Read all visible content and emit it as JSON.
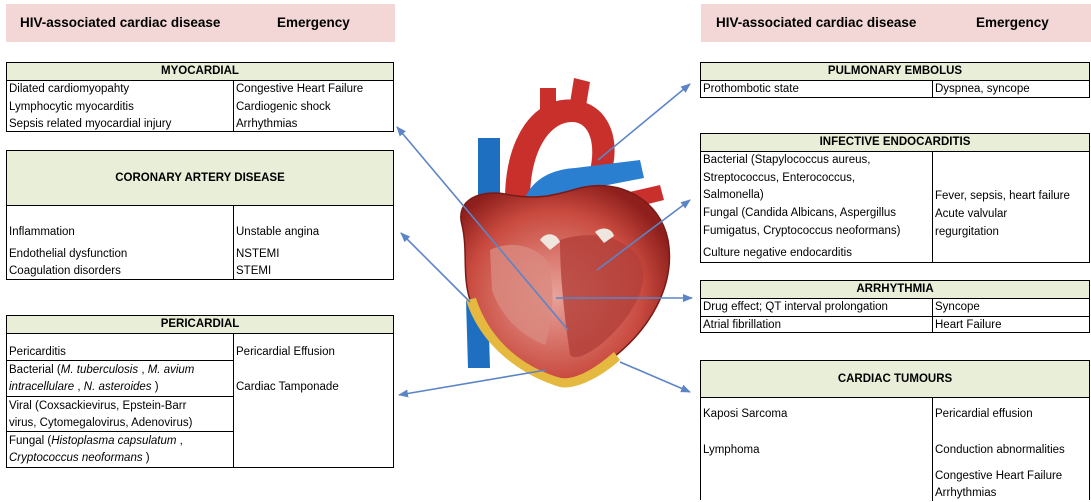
{
  "headers": {
    "left": {
      "disease": "HIV-associated cardiac disease",
      "emergency": "Emergency"
    },
    "right": {
      "disease": "HIV-associated cardiac disease",
      "emergency": "Emergency"
    }
  },
  "myocardial": {
    "title": "MYOCARDIAL",
    "rows": [
      {
        "disease": "Dilated cardiomyopahty",
        "emergency": "Congestive Heart Failure"
      },
      {
        "disease": "Lymphocytic myocarditis",
        "emergency": "Cardiogenic shock"
      },
      {
        "disease": "Sepsis related myocardial injury",
        "emergency": "Arrhythmias"
      }
    ]
  },
  "coronary": {
    "title": "CORONARY ARTERY DISEASE",
    "rows": [
      {
        "disease": "Inflammation",
        "emergency": "Unstable angina"
      },
      {
        "disease": "Endothelial dysfunction",
        "emergency": "NSTEMI"
      },
      {
        "disease": "Coagulation disorders",
        "emergency": "STEMI"
      }
    ]
  },
  "pericardial": {
    "title": "PERICARDIAL",
    "pericarditis": "Pericarditis",
    "bacterial_prefix": "Bacterial (",
    "bacterial_species_1": "M. tuberculosis",
    "bacterial_sep_1": " , ",
    "bacterial_species_2": "M. avium",
    "bacterial_species_3": "intracellulare",
    "bacterial_sep_2": " , ",
    "bacterial_species_4": "N. asteroides",
    "bacterial_suffix": " )",
    "viral_line1": "Viral (Coxsackievirus, Epstein-Barr",
    "viral_line2": "virus, Cytomegalovirus, Adenovirus)",
    "fungal_prefix": "Fungal (",
    "fungal_species_1": "Histoplasma capsulatum",
    "fungal_sep": " ,",
    "fungal_species_2": "Cryptococcus neoformans",
    "fungal_suffix": " )",
    "emergency_1": "Pericardial Effusion",
    "emergency_2": "Cardiac Tamponade"
  },
  "pulmonary": {
    "title": "PULMONARY EMBOLUS",
    "disease": "Prothombotic state",
    "emergency": "Dyspnea, syncope"
  },
  "endocarditis": {
    "title": "INFECTIVE ENDOCARDITIS",
    "bacterial": [
      "Bacterial (Stapylococcus aureus,",
      "Streptococcus, Enterococcus,",
      "Salmonella)"
    ],
    "fungal": [
      "Fungal (Candida Albicans, Aspergillus",
      "Fumigatus, Cryptococcus neoformans)"
    ],
    "culture": "Culture negative endocarditis",
    "emergency": [
      "Fever, sepsis, heart failure",
      "Acute valvular",
      "regurgitation"
    ]
  },
  "arrhythmia": {
    "title": "ARRHYTHMIA",
    "rows": [
      {
        "disease": "Drug effect; QT interval prolongation",
        "emergency": "Syncope"
      },
      {
        "disease": "Atrial fibrillation",
        "emergency": "Heart Failure"
      }
    ]
  },
  "tumours": {
    "title": "CARDIAC TUMOURS",
    "diseases": [
      "Kaposi Sarcoma",
      "Lymphoma"
    ],
    "emergencies": [
      "Pericardial effusion",
      "Conduction abnormalities",
      "Congestive Heart Failure",
      "Arrhythmias"
    ]
  },
  "colors": {
    "header_bg": "#f2d7d6",
    "title_bg": "#e9eed8",
    "arrow": "#5b85c6",
    "heart_red": "#c9302c",
    "vessel_blue": "#1f77c9"
  }
}
